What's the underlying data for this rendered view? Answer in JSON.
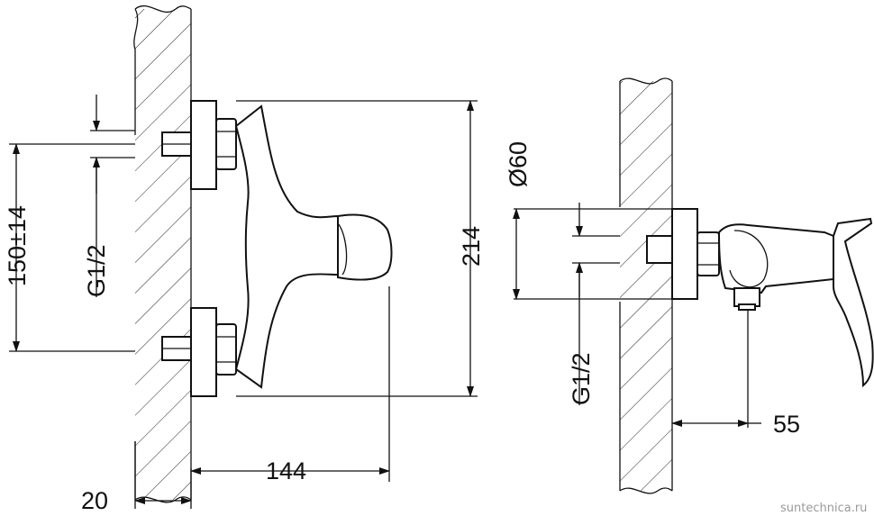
{
  "drawing": {
    "front_view": {
      "dim_height": "150±14",
      "dim_thread": "G1/2",
      "dim_total_height": "214",
      "dim_depth": "144",
      "dim_wall": "20"
    },
    "side_view": {
      "dim_diameter": "Ø60",
      "dim_thread": "G1/2",
      "dim_projection": "55"
    },
    "watermark": "suntechnica.ru"
  }
}
